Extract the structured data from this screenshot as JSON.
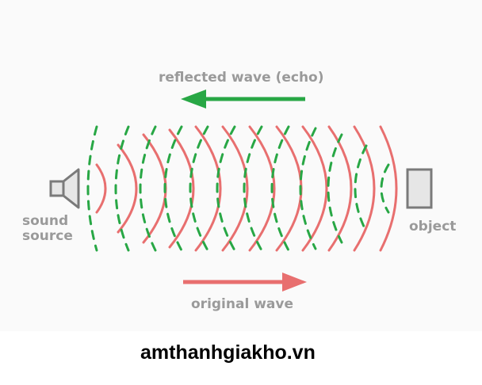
{
  "labels": {
    "reflected": "reflected wave (echo)",
    "original": "original wave",
    "source_line1": "sound",
    "source_line2": "source",
    "object": "object"
  },
  "watermark": "amthanhgiakho.vn",
  "colors": {
    "original_wave": "#e86f6f",
    "reflected_wave": "#28a745",
    "label_gray": "#9a9a9a",
    "icon_stroke": "#7a7a7a",
    "icon_fill": "#e6e6e6"
  },
  "icons": {
    "source": "speaker-icon",
    "target": "object-box"
  }
}
